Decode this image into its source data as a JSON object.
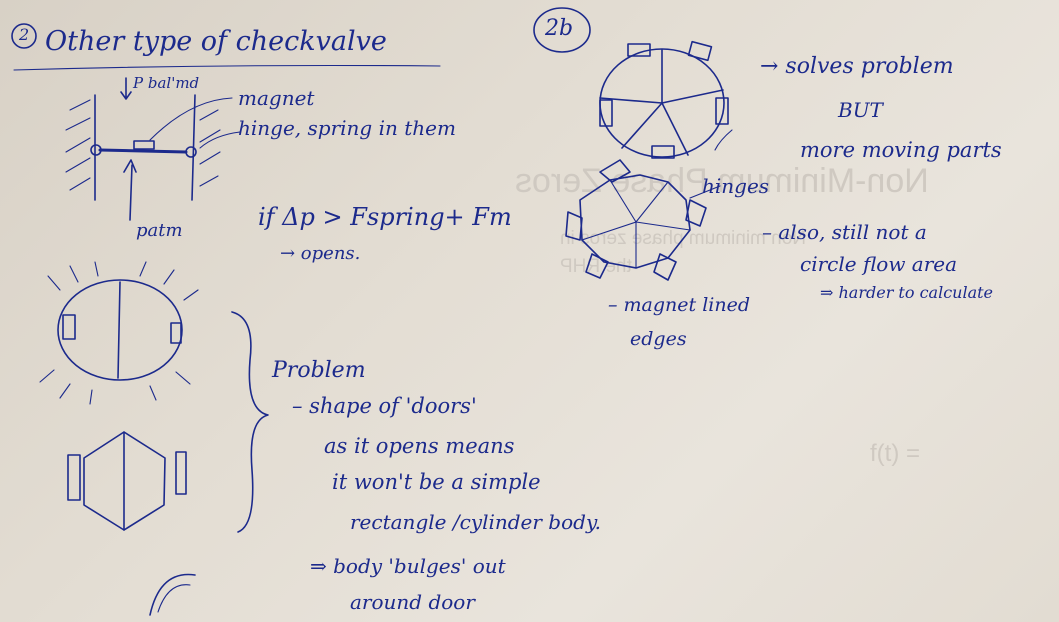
{
  "section_2": {
    "number": "2",
    "title": "Other type of checkvalve",
    "p_label": "P bal'md",
    "magnet_label": "magnet",
    "hinge_label": "hinge, spring in them",
    "patm_label": "patm",
    "condition": "if Δp > Fspring+ Fm",
    "opens": "→ opens.",
    "problem_title": "Problem",
    "problem_lines": [
      "– shape of 'doors'",
      "as it opens means",
      "it won't be a simple",
      "rectangle /cylinder body.",
      "⇒ body 'bulges' out",
      "around door"
    ]
  },
  "section_2b": {
    "number": "2b",
    "solves": "→ solves problem",
    "but": "BUT",
    "more_parts": "more moving parts",
    "hinges": "hinges",
    "also": "– also, still not a",
    "circle": "circle flow area",
    "harder": "⇒ harder to calculate",
    "magnet_lined": "– magnet lined",
    "edges": "edges"
  },
  "ghost_text": {
    "heading": "Non-Minimum Phase Zeros",
    "sub1": "Non minimum phase zeros in",
    "sub2": "the RHP",
    "func": "f(t) ="
  },
  "colors": {
    "ink": "#1c2a8c",
    "paper": "#e3ddd3",
    "show_through": "#cfc9c1"
  }
}
